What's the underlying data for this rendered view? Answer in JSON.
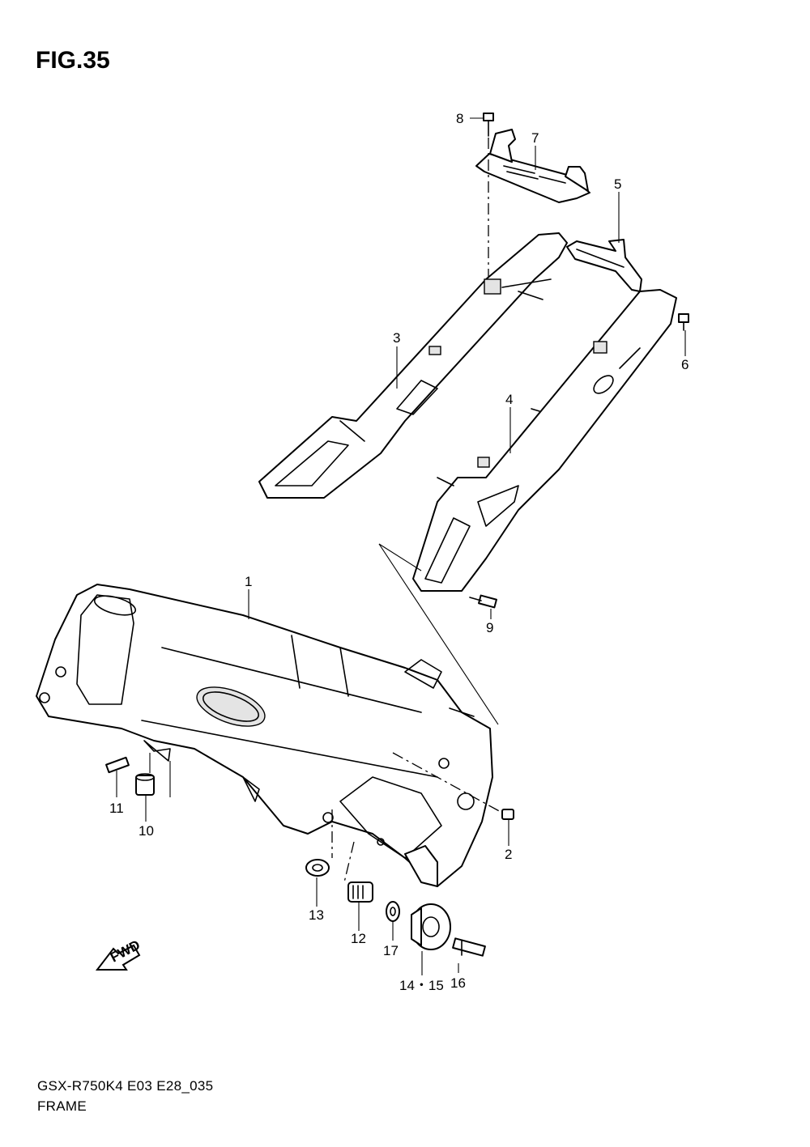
{
  "figure": {
    "title": "FIG.35",
    "model_code": "GSX-R750K4 E03 E28_035",
    "section_name": "FRAME",
    "forward_badge": "FWD"
  },
  "callouts": [
    {
      "id": "c1",
      "label": "1"
    },
    {
      "id": "c2",
      "label": "2"
    },
    {
      "id": "c3",
      "label": "3"
    },
    {
      "id": "c4",
      "label": "4"
    },
    {
      "id": "c5",
      "label": "5"
    },
    {
      "id": "c6",
      "label": "6"
    },
    {
      "id": "c7",
      "label": "7"
    },
    {
      "id": "c8",
      "label": "8"
    },
    {
      "id": "c9",
      "label": "9"
    },
    {
      "id": "c10",
      "label": "10"
    },
    {
      "id": "c11",
      "label": "11"
    },
    {
      "id": "c12",
      "label": "12"
    },
    {
      "id": "c13",
      "label": "13"
    },
    {
      "id": "c14",
      "label": "14・15"
    },
    {
      "id": "c16",
      "label": "16"
    },
    {
      "id": "c17",
      "label": "17"
    }
  ]
}
